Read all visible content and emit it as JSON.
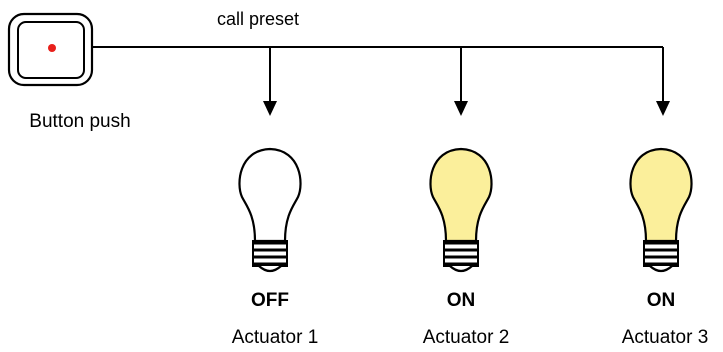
{
  "button": {
    "label": "Button push",
    "indicator_color": "#e8201b"
  },
  "connection": {
    "label": "call preset"
  },
  "actuators": [
    {
      "name": "Actuator 1",
      "state": "OFF",
      "lit": false
    },
    {
      "name": "Actuator 2",
      "state": "ON",
      "lit": true
    },
    {
      "name": "Actuator 3",
      "state": "ON",
      "lit": true
    }
  ],
  "colors": {
    "bulb_on": "#fbef9b",
    "bulb_off": "#ffffff",
    "line": "#000000"
  }
}
